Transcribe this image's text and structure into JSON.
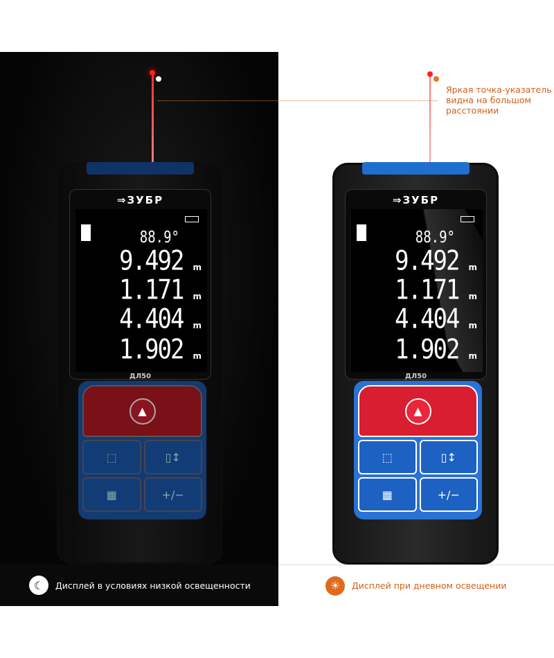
{
  "callout": {
    "line1": "Яркая точка-указатель",
    "line2": "видна на большом",
    "line3": "расстоянии"
  },
  "device": {
    "brand": "⇒ЗУБР",
    "angle": "88.9°",
    "readings": [
      {
        "value": "9.492",
        "unit": "m"
      },
      {
        "value": "1.171",
        "unit": "m"
      },
      {
        "value": "4.404",
        "unit": "m"
      },
      {
        "value": "1.902",
        "unit": "m"
      }
    ],
    "model": "ДЛ50",
    "keys": {
      "measure": "▲",
      "area": "⬚",
      "reference": "▯↕",
      "menu": "▦",
      "plusminus": "+/−"
    }
  },
  "captions": {
    "low_light": "Дисплей в условиях низкой освещенности",
    "daylight": "Дисплей при дневном освещении"
  },
  "colors": {
    "accent": "#d0601a",
    "blue": "#2a72d4",
    "red": "#d81e30"
  }
}
